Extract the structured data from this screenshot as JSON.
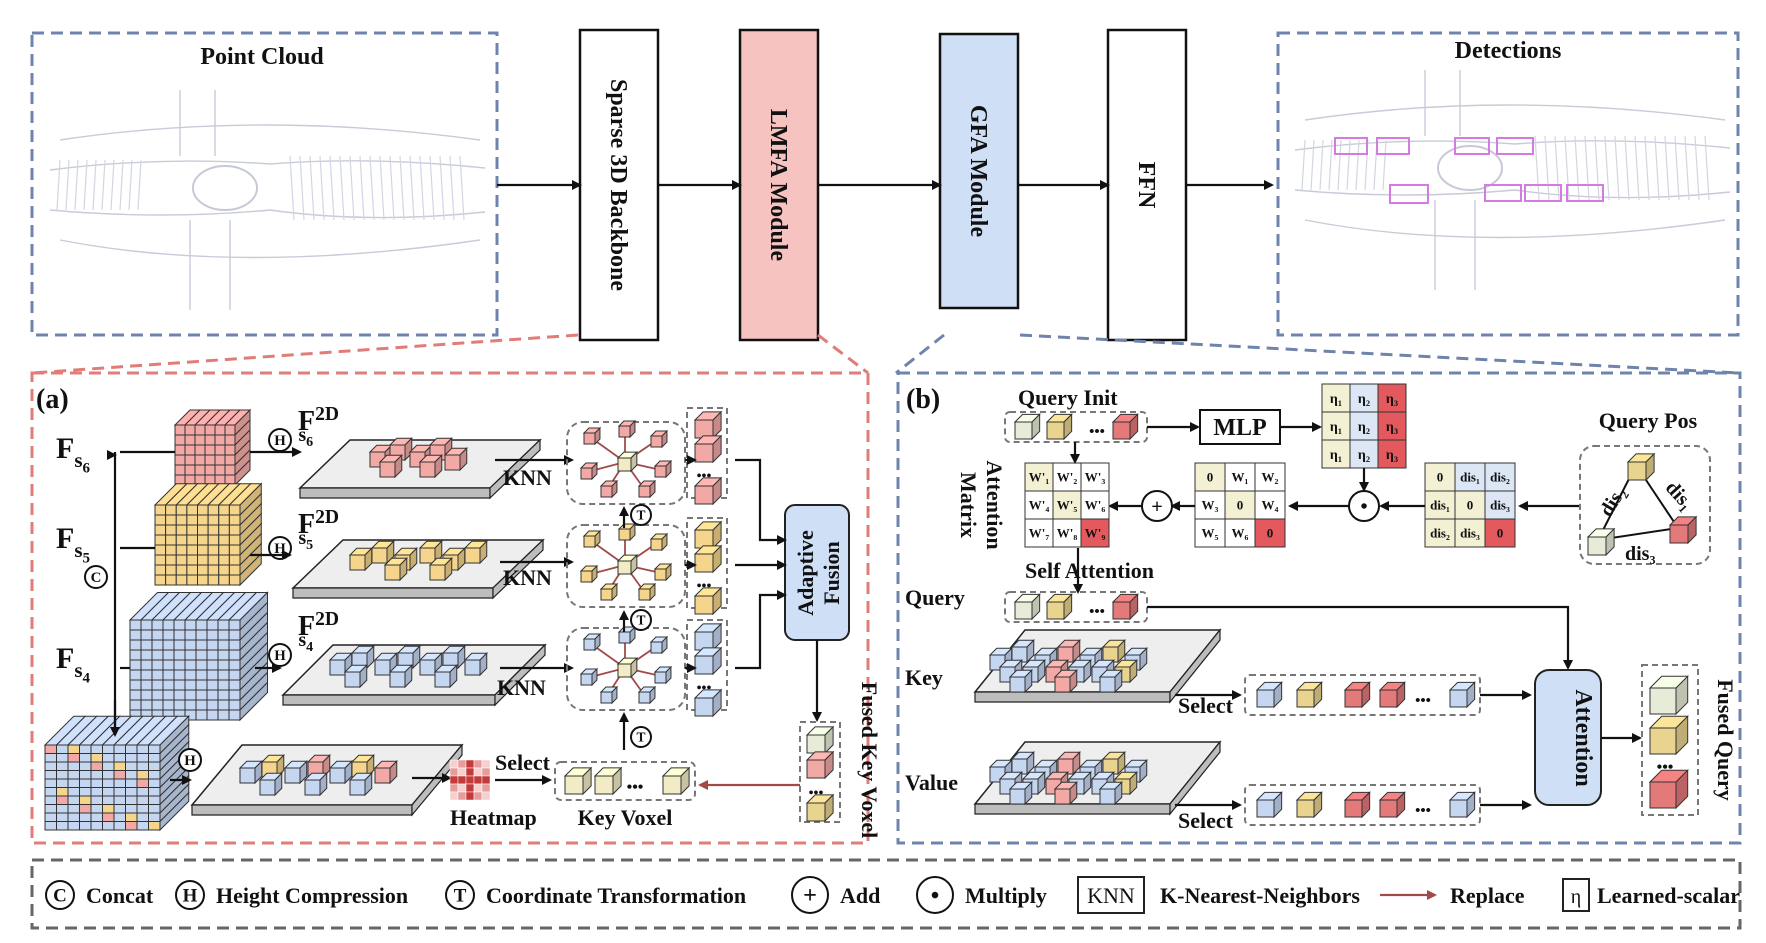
{
  "top": {
    "point_cloud_label": "Point Cloud",
    "detections_label": "Detections",
    "modules": [
      {
        "label": "Sparse 3D Backbone",
        "color": "#ffffff"
      },
      {
        "label": "LMFA Module",
        "color": "#f6c3c0"
      },
      {
        "label": "GFA Module",
        "color": "#cfe0f6"
      },
      {
        "label": "FFN",
        "color": "#ffffff"
      }
    ]
  },
  "panel_a": {
    "tag": "(a)",
    "features": [
      {
        "base": "F",
        "sub": "s",
        "subsub": "6"
      },
      {
        "base": "F",
        "sub": "s",
        "subsub": "5"
      },
      {
        "base": "F",
        "sub": "s",
        "subsub": "4"
      }
    ],
    "f2d_labels": [
      {
        "base": "F",
        "sup": "2D",
        "sub": "s",
        "subsub": "6"
      },
      {
        "base": "F",
        "sup": "2D",
        "sub": "s",
        "subsub": "5"
      },
      {
        "base": "F",
        "sup": "2D",
        "sub": "s",
        "subsub": "4"
      }
    ],
    "knn_label": "KNN",
    "select_label": "Select",
    "heatmap_label": "Heatmap",
    "key_voxel_label": "Key Voxel",
    "adaptive_fusion_label": "Adaptive Fusion",
    "fused_key_voxel_label": "Fused Key Voxel",
    "colors": {
      "red": "#f2a9a6",
      "yellow": "#f5d48b",
      "blue": "#c5d6f1",
      "cream": "#f1ecc5"
    }
  },
  "panel_b": {
    "tag": "(b)",
    "query_init_label": "Query Init",
    "mlp_label": "MLP",
    "query_pos_label": "Query Pos",
    "attention_matrix_label": "Attention Matrix",
    "self_attention_label": "Self  Attention",
    "query_label": "Query",
    "key_label": "Key",
    "value_label": "Value",
    "select_label": "Select",
    "attention_label": "Attention",
    "fused_query_label": "Fused Query",
    "eta_matrix": [
      [
        "η₁",
        "η₂",
        "η₃"
      ],
      [
        "η₁",
        "η₂",
        "η₃"
      ],
      [
        "η₁",
        "η₂",
        "η₃"
      ]
    ],
    "w_prime_matrix": [
      [
        "W'₁",
        "W'₂",
        "W'₃"
      ],
      [
        "W'₄",
        "W'₅",
        "W'₆"
      ],
      [
        "W'₇",
        "W'₈",
        "W'₉"
      ]
    ],
    "w_matrix": [
      [
        "0",
        "W₁",
        "W₂"
      ],
      [
        "W₃",
        "0",
        "W₄"
      ],
      [
        "W₅",
        "W₆",
        "0"
      ]
    ],
    "dis_matrix": [
      [
        "0",
        "dis₁",
        "dis₂"
      ],
      [
        "dis₁",
        "0",
        "dis₃"
      ],
      [
        "dis₂",
        "dis₃",
        "0"
      ]
    ],
    "dis_labels": [
      "dis₂",
      "dis₁",
      "dis₃"
    ],
    "ellipsis": "•••"
  },
  "legend": {
    "items": [
      {
        "symbol": "C",
        "label": "Concat"
      },
      {
        "symbol": "H",
        "label": "Height Compression"
      },
      {
        "symbol": "T",
        "label": "Coordinate Transformation"
      },
      {
        "symbol": "+",
        "label": "Add"
      },
      {
        "symbol": "•",
        "label": "Multiply"
      },
      {
        "symbol": "KNN",
        "label": "K-Nearest-Neighbors"
      },
      {
        "symbol": "arrow",
        "label": "Replace"
      },
      {
        "symbol": "η",
        "label": "Learned-scalar"
      }
    ]
  }
}
